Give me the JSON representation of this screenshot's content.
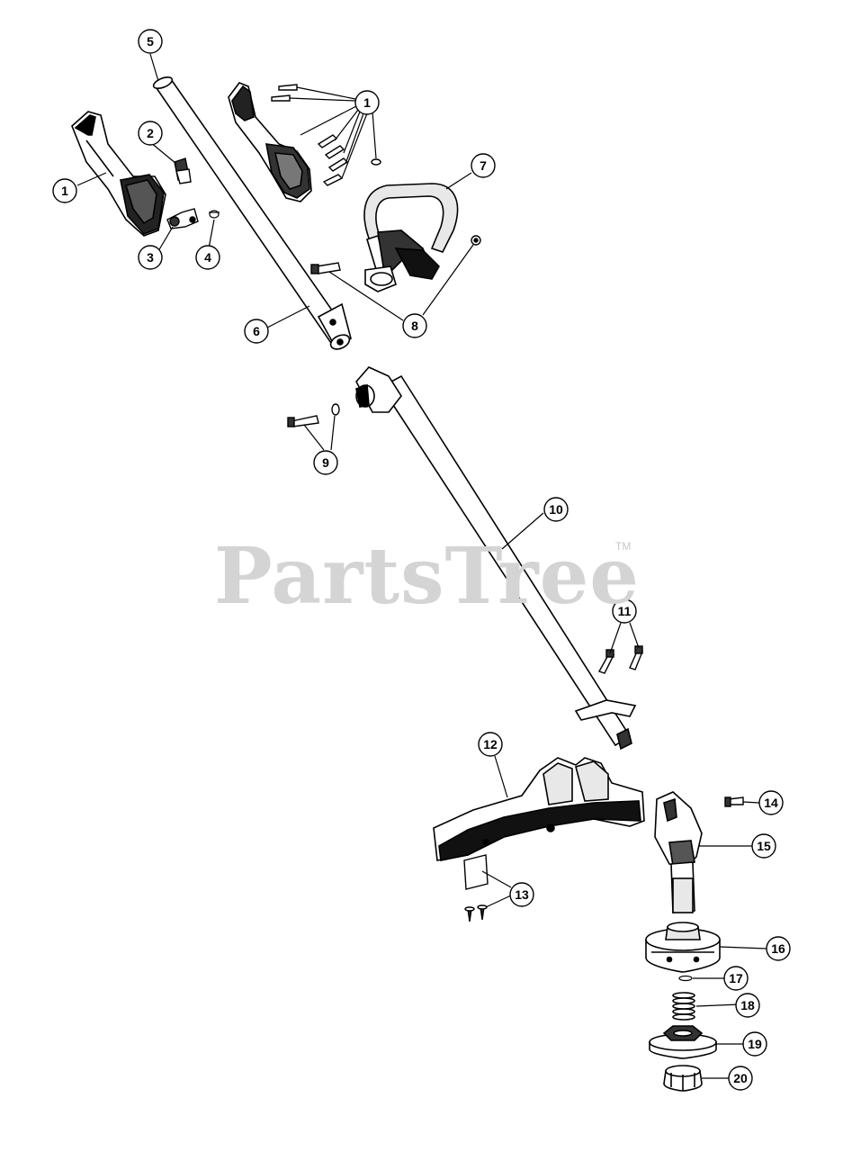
{
  "watermark": {
    "text": "PartsTree",
    "trademark": "TM"
  },
  "callouts": [
    {
      "id": "c1a",
      "label": "1",
      "part": "handle-housing"
    },
    {
      "id": "c1b",
      "label": "1",
      "part": "housing-screws"
    },
    {
      "id": "c2",
      "label": "2",
      "part": "switch"
    },
    {
      "id": "c3",
      "label": "3",
      "part": "trigger"
    },
    {
      "id": "c4",
      "label": "4",
      "part": "spring"
    },
    {
      "id": "c5",
      "label": "5",
      "part": "upper-tube"
    },
    {
      "id": "c6",
      "label": "6",
      "part": "tube-assembly"
    },
    {
      "id": "c7",
      "label": "7",
      "part": "assist-handle"
    },
    {
      "id": "c8",
      "label": "8",
      "part": "handle-bolt-nut"
    },
    {
      "id": "c9",
      "label": "9",
      "part": "coupler-bolt-nut"
    },
    {
      "id": "c10",
      "label": "10",
      "part": "lower-tube"
    },
    {
      "id": "c11",
      "label": "11",
      "part": "clamp-screws"
    },
    {
      "id": "c12",
      "label": "12",
      "part": "guard"
    },
    {
      "id": "c13",
      "label": "13",
      "part": "line-cutter-screws"
    },
    {
      "id": "c14",
      "label": "14",
      "part": "screw"
    },
    {
      "id": "c15",
      "label": "15",
      "part": "gearbox"
    },
    {
      "id": "c16",
      "label": "16",
      "part": "spool-housing"
    },
    {
      "id": "c17",
      "label": "17",
      "part": "washer"
    },
    {
      "id": "c18",
      "label": "18",
      "part": "spring"
    },
    {
      "id": "c19",
      "label": "19",
      "part": "spool"
    },
    {
      "id": "c20",
      "label": "20",
      "part": "bump-knob"
    }
  ]
}
